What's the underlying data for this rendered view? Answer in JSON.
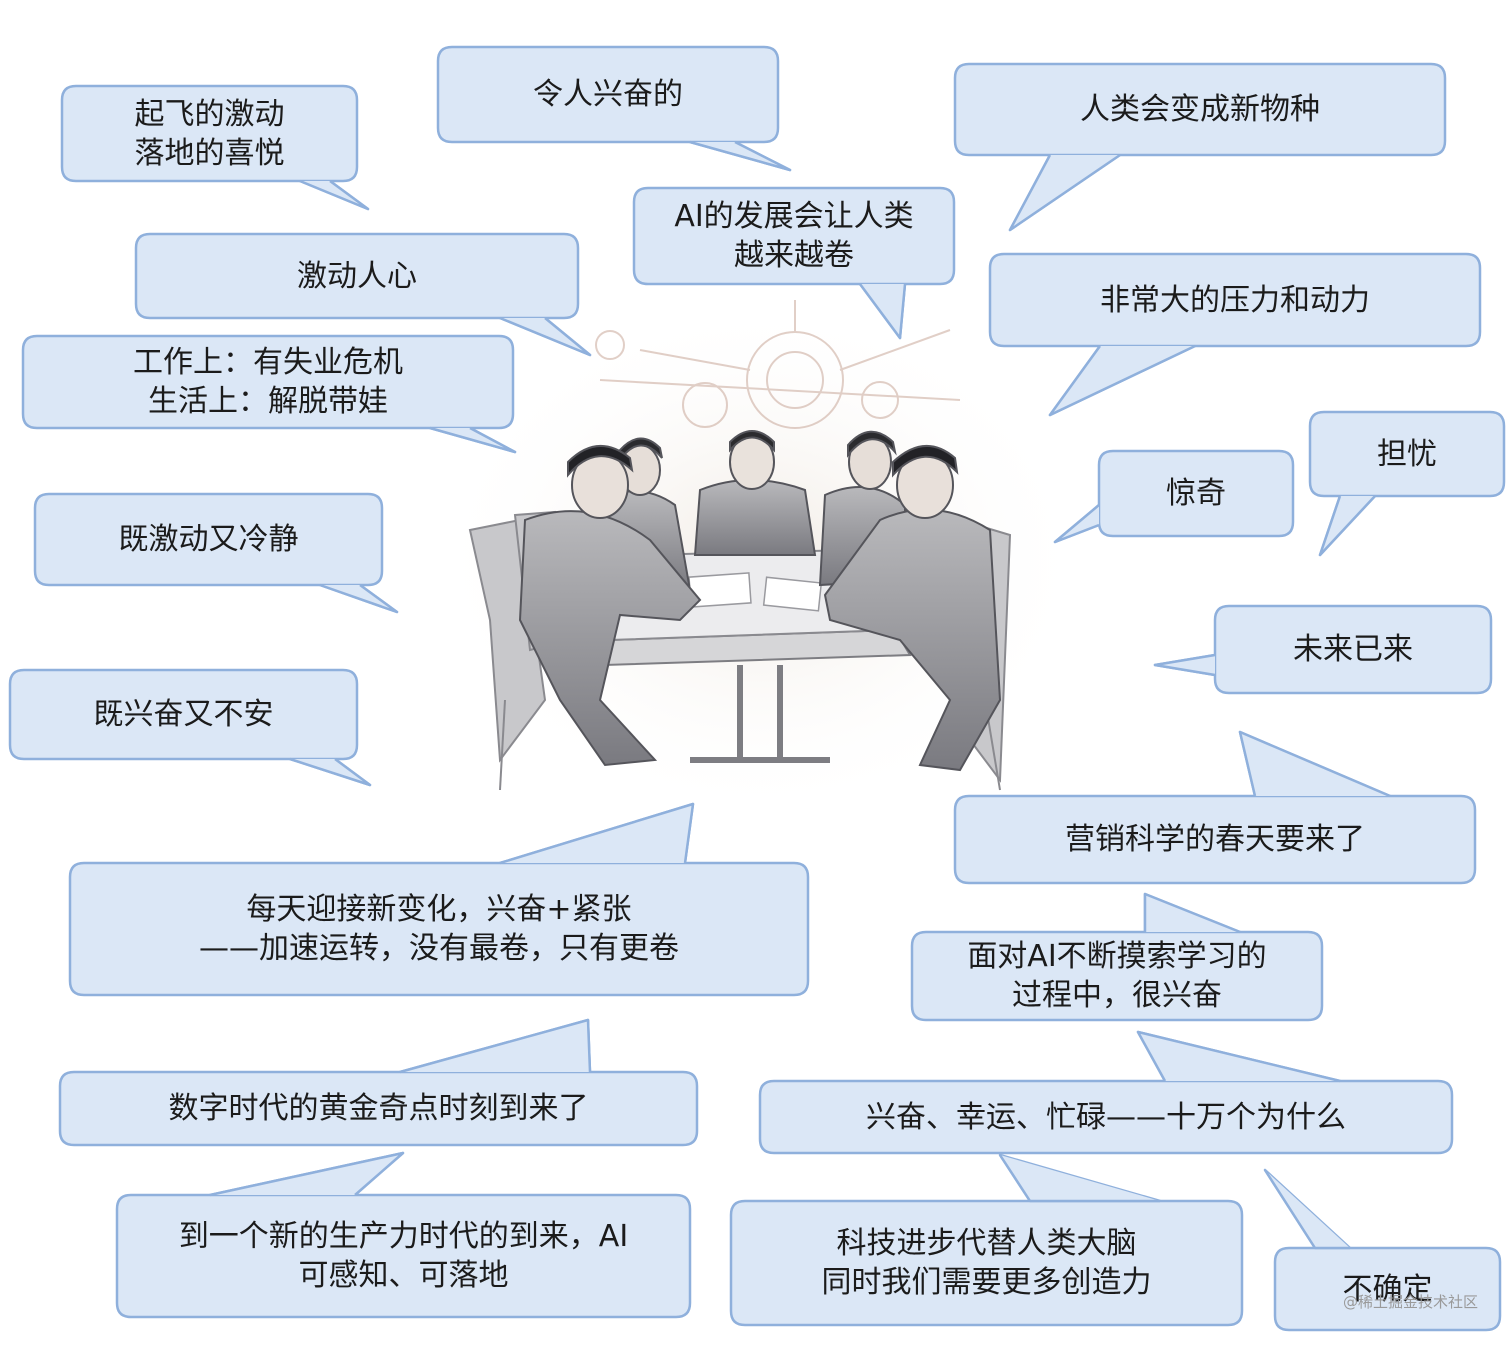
{
  "bubbles": [
    {
      "id": "takeoff-thrill",
      "lines": [
        "起飞的激动",
        "落地的喜悦"
      ]
    },
    {
      "id": "exciting",
      "lines": [
        "令人兴奋的"
      ]
    },
    {
      "id": "new-species",
      "lines": [
        "人类会变成新物种"
      ]
    },
    {
      "id": "more-competitive",
      "lines": [
        "AI的发展会让人类",
        "越来越卷"
      ]
    },
    {
      "id": "heart-stirring",
      "lines": [
        "激动人心"
      ]
    },
    {
      "id": "pressure-motivation",
      "lines": [
        "非常大的压力和动力"
      ]
    },
    {
      "id": "work-life",
      "lines": [
        "工作上：有失业危机",
        "生活上：解脱带娃"
      ]
    },
    {
      "id": "amazed",
      "lines": [
        "惊奇"
      ]
    },
    {
      "id": "worried",
      "lines": [
        "担忧"
      ]
    },
    {
      "id": "excited-calm",
      "lines": [
        "既激动又冷静"
      ]
    },
    {
      "id": "future-arrived",
      "lines": [
        "未来已来"
      ]
    },
    {
      "id": "excited-uneasy",
      "lines": [
        "既兴奋又不安"
      ]
    },
    {
      "id": "marketing-spring",
      "lines": [
        "营销科学的春天要来了"
      ]
    },
    {
      "id": "daily-change",
      "lines": [
        "每天迎接新变化，兴奋+紧张",
        "——加速运转，没有最卷，只有更卷"
      ]
    },
    {
      "id": "exploring-ai",
      "lines": [
        "面对AI不断摸索学习的",
        "过程中，很兴奋"
      ]
    },
    {
      "id": "golden-singularity",
      "lines": [
        "数字时代的黄金奇点时刻到来了"
      ]
    },
    {
      "id": "lucky-busy",
      "lines": [
        "兴奋、幸运、忙碌——十万个为什么"
      ]
    },
    {
      "id": "productivity-era",
      "lines": [
        "到一个新的生产力时代的到来，AI",
        "可感知、可落地"
      ]
    },
    {
      "id": "replace-brain",
      "lines": [
        "科技进步代替人类大脑",
        "同时我们需要更多创造力"
      ]
    },
    {
      "id": "uncertain",
      "lines": [
        "不确定"
      ]
    }
  ],
  "watermark": "@稀土掘金技术社区"
}
